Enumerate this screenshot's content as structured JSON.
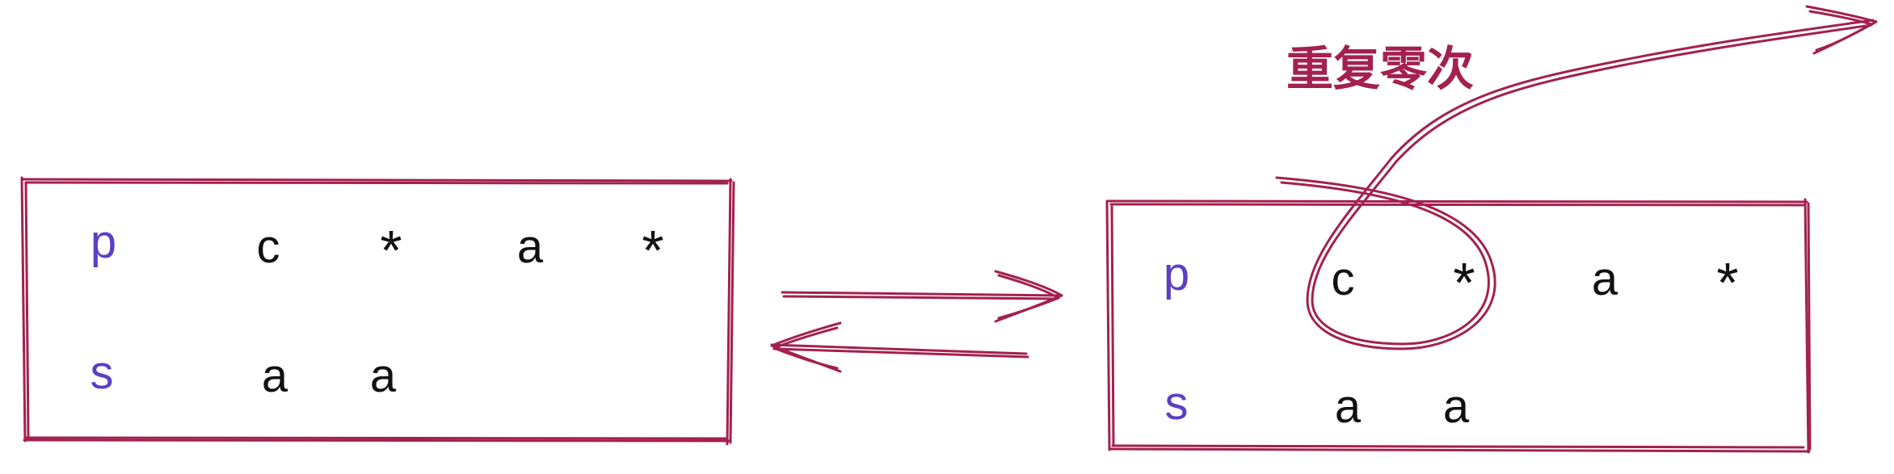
{
  "colors": {
    "stroke": "#a3204f",
    "row_label": "#5b3fc4",
    "text": "#111111"
  },
  "left_box": {
    "pattern_label": "p",
    "pattern_cells": [
      "c",
      "*",
      "a",
      "*"
    ],
    "string_label": "s",
    "string_cells": [
      "a",
      "a"
    ]
  },
  "right_box": {
    "pattern_label": "p",
    "pattern_cells": [
      "c",
      "*",
      "a",
      "*"
    ],
    "string_label": "s",
    "string_cells": [
      "a",
      "a"
    ]
  },
  "annotation": {
    "text": "重复零次"
  },
  "arrows": {
    "between_boxes": "bidirectional",
    "loop_target": "c*"
  }
}
